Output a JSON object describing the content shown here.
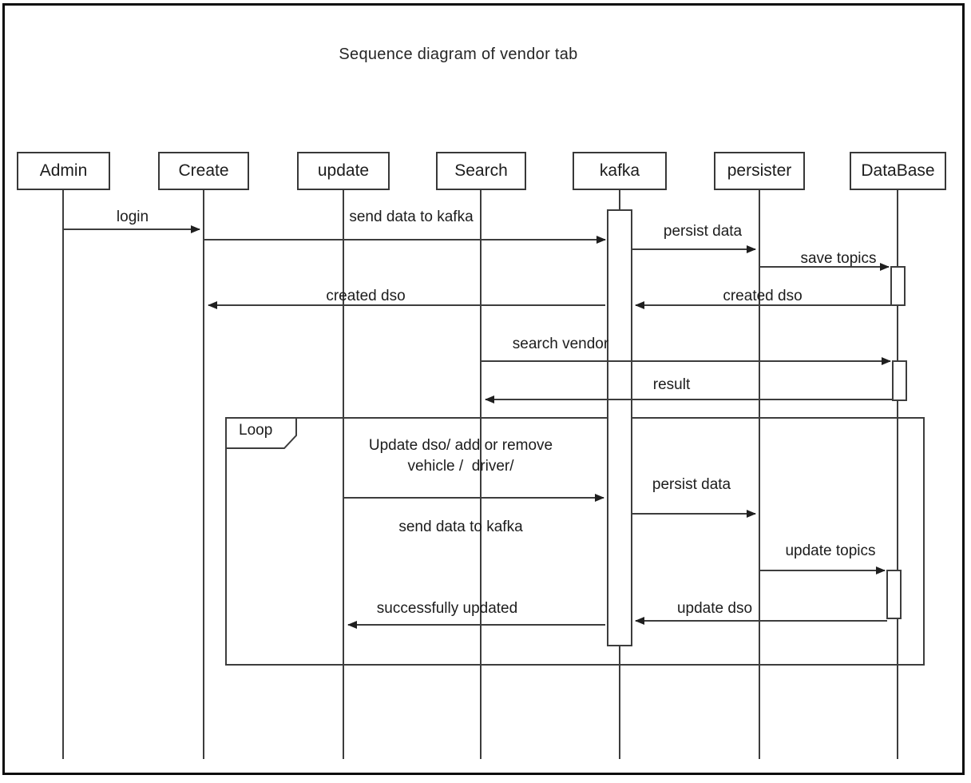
{
  "title": "Sequence diagram of vendor tab",
  "colors": {
    "background": "#ffffff",
    "line": "#3d3d3d",
    "text": "#1c1c1c",
    "outer_border": "#0c0c0c"
  },
  "participants": {
    "admin": {
      "label": "Admin"
    },
    "create": {
      "label": "Create"
    },
    "update": {
      "label": "update"
    },
    "search": {
      "label": "Search"
    },
    "kafka": {
      "label": "kafka"
    },
    "persister": {
      "label": "persister"
    },
    "database": {
      "label": "DataBase"
    }
  },
  "fragment": {
    "type": "loop",
    "label": "Loop"
  },
  "messages": {
    "login": {
      "label": "login",
      "from": "Admin",
      "to": "Create"
    },
    "send_data_to_kafka": {
      "label": "send data to kafka",
      "from": "Create",
      "to": "kafka"
    },
    "persist_data_1": {
      "label": "persist data",
      "from": "kafka",
      "to": "persister"
    },
    "save_topics": {
      "label": "save topics",
      "from": "persister",
      "to": "DataBase"
    },
    "created_dso_db_to_kafka": {
      "label": "created dso",
      "from": "DataBase",
      "to": "kafka"
    },
    "created_dso_kafka_to_create": {
      "label": "created dso",
      "from": "kafka",
      "to": "Create"
    },
    "search_vendor": {
      "label": "search vendor",
      "from": "Search",
      "to": "DataBase"
    },
    "result": {
      "label": "result",
      "from": "DataBase",
      "to": "Search"
    },
    "update_request_line1": {
      "label": "Update dso/ add or remove",
      "from": "update",
      "to": "kafka"
    },
    "update_request_line2": {
      "label": "vehicle /  driver/"
    },
    "update_request_below": {
      "label": "send data to kafka"
    },
    "persist_data_2": {
      "label": "persist data",
      "from": "kafka",
      "to": "persister"
    },
    "update_topics": {
      "label": "update topics",
      "from": "persister",
      "to": "DataBase"
    },
    "update_dso": {
      "label": "update dso",
      "from": "DataBase",
      "to": "kafka"
    },
    "successfully_updated": {
      "label": "successfully updated",
      "from": "kafka",
      "to": "update"
    }
  }
}
